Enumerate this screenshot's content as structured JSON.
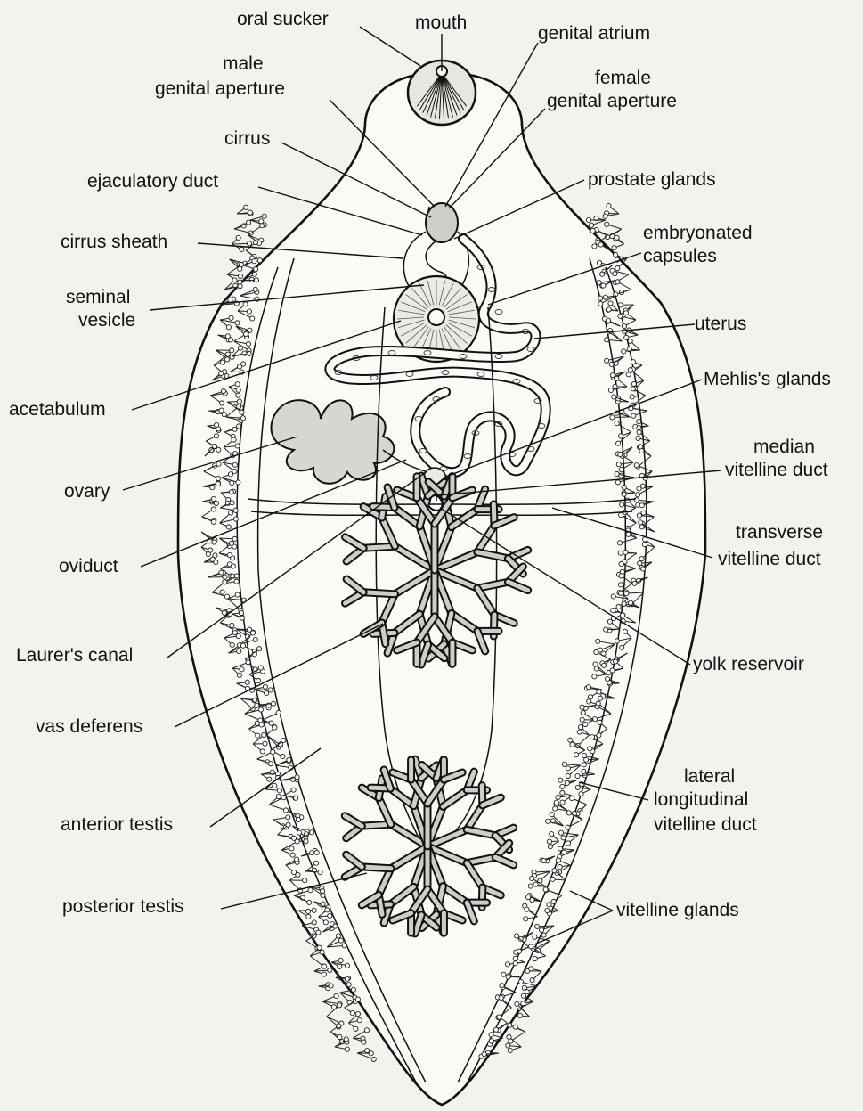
{
  "labels": {
    "oral_sucker": "oral sucker",
    "mouth": "mouth",
    "genital_atrium": "genital atrium",
    "male_genital_aperture": [
      "male",
      "genital aperture"
    ],
    "female_genital_aperture": [
      "female",
      "genital aperture"
    ],
    "cirrus": "cirrus",
    "ejaculatory_duct": "ejaculatory duct",
    "prostate_glands": "prostate glands",
    "cirrus_sheath": "cirrus sheath",
    "embryonated_capsules": [
      "embryonated",
      "capsules"
    ],
    "seminal_vesicle": [
      "seminal",
      "vesicle"
    ],
    "uterus": "uterus",
    "acetabulum": "acetabulum",
    "mehlis_glands": "Mehlis's glands",
    "ovary": "ovary",
    "median_vitelline_duct": [
      "median",
      "vitelline duct"
    ],
    "oviduct": "oviduct",
    "transverse_vitelline_duct": [
      "transverse",
      "vitelline duct"
    ],
    "laurers_canal": "Laurer's canal",
    "yolk_reservoir": "yolk reservoir",
    "vas_deferens": "vas deferens",
    "lateral_longitudinal_vitelline_duct": [
      "lateral",
      "longitudinal",
      "vitelline duct"
    ],
    "anterior_testis": "anterior testis",
    "posterior_testis": "posterior testis",
    "vitelline_glands": "vitelline glands"
  }
}
